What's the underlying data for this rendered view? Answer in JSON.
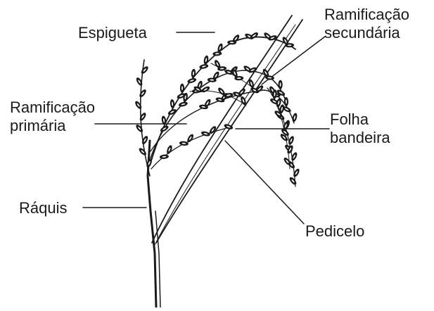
{
  "labels": {
    "espigueta": "Espigueta",
    "ramificacao_secundaria": [
      "Ramificação",
      "secundária"
    ],
    "ramificacao_primaria": [
      "Ramificação",
      "primária"
    ],
    "folha_bandeira": [
      "Folha",
      "bandeira"
    ],
    "raquis": "Ráquis",
    "pedicelo": "Pedicelo"
  },
  "colors": {
    "ink": "#1a1a1a",
    "background": "#ffffff"
  }
}
